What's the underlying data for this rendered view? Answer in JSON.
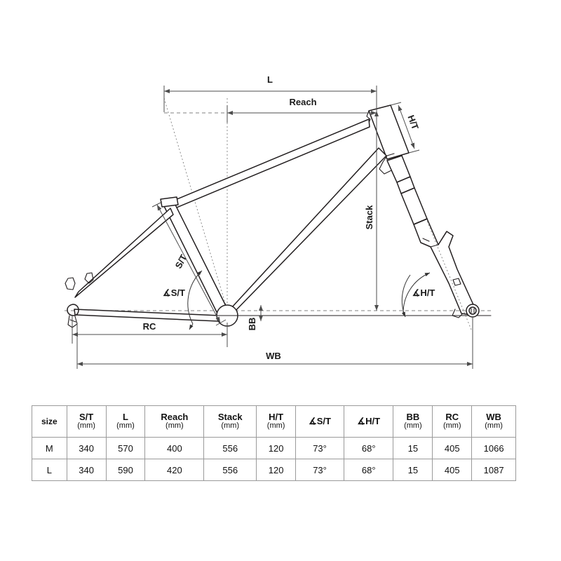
{
  "diagram": {
    "title": "bicycle-frame-geometry",
    "labels": {
      "l": "L",
      "reach": "Reach",
      "ht": "H/T",
      "stack": "Stack",
      "st": "S/T",
      "angle_st": "∡S/T",
      "angle_ht": "∡H/T",
      "bb": "BB",
      "rc": "RC",
      "wb": "WB"
    },
    "colors": {
      "line": "#231f20",
      "dimension": "#4d4d4d",
      "axis": "#8c8c8c",
      "background": "#ffffff"
    }
  },
  "table": {
    "headers": [
      {
        "name": "size",
        "unit": ""
      },
      {
        "name": "S/T",
        "unit": "(mm)"
      },
      {
        "name": "L",
        "unit": "(mm)"
      },
      {
        "name": "Reach",
        "unit": "(mm)"
      },
      {
        "name": "Stack",
        "unit": "(mm)"
      },
      {
        "name": "H/T",
        "unit": "(mm)"
      },
      {
        "name": "∡S/T",
        "unit": ""
      },
      {
        "name": "∡H/T",
        "unit": ""
      },
      {
        "name": "BB",
        "unit": "(mm)"
      },
      {
        "name": "RC",
        "unit": "(mm)"
      },
      {
        "name": "WB",
        "unit": "(mm)"
      }
    ],
    "rows": [
      {
        "size": "M",
        "st": "340",
        "l": "570",
        "reach": "400",
        "stack": "556",
        "ht": "120",
        "angle_st": "73°",
        "angle_ht": "68°",
        "bb": "15",
        "rc": "405",
        "wb": "1066"
      },
      {
        "size": "L",
        "st": "340",
        "l": "590",
        "reach": "420",
        "stack": "556",
        "ht": "120",
        "angle_st": "73°",
        "angle_ht": "68°",
        "bb": "15",
        "rc": "405",
        "wb": "1087"
      }
    ]
  }
}
